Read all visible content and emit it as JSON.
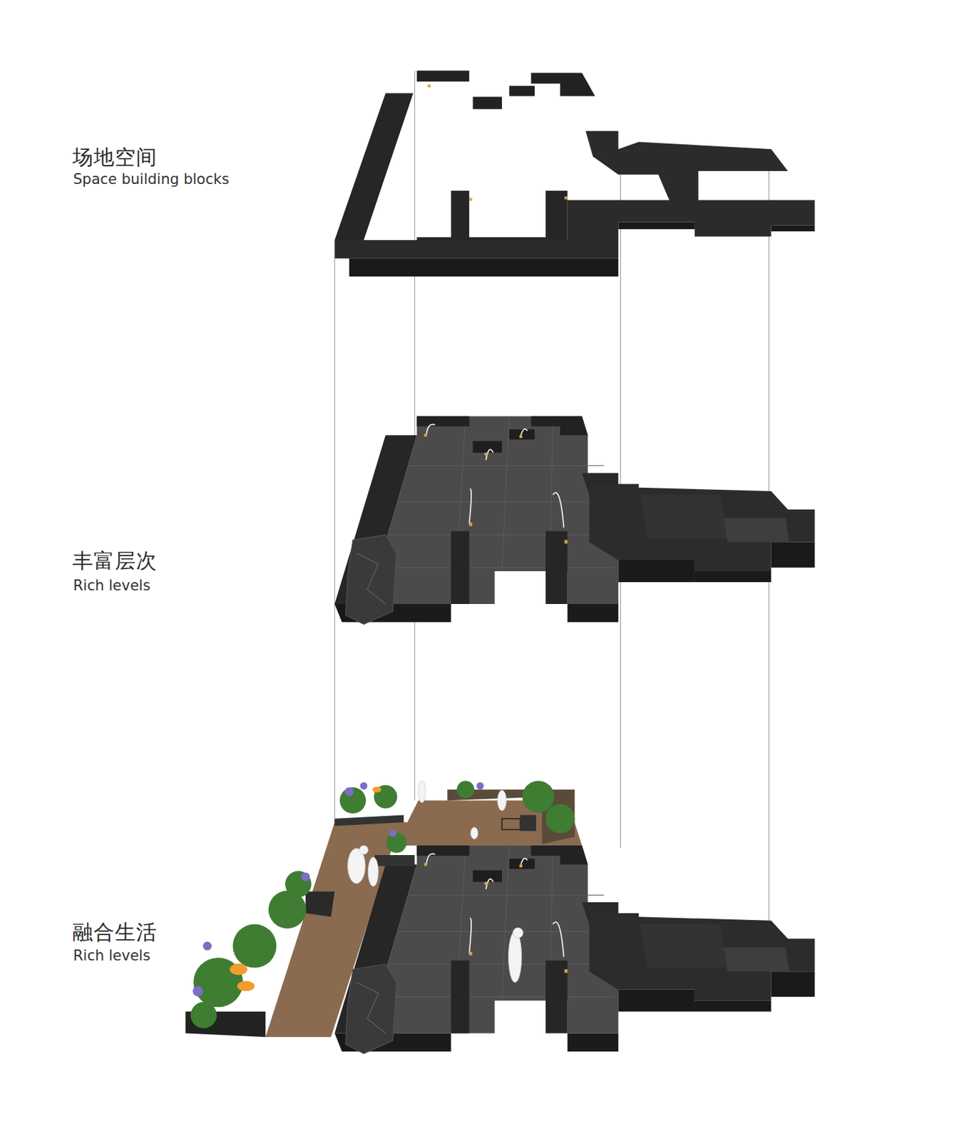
{
  "diagram": {
    "labels": [
      "场地空间",
      "Space building blocks",
      "丰富层次",
      "Rich levels",
      "融合生活",
      "Rich levels"
    ]
  }
}
